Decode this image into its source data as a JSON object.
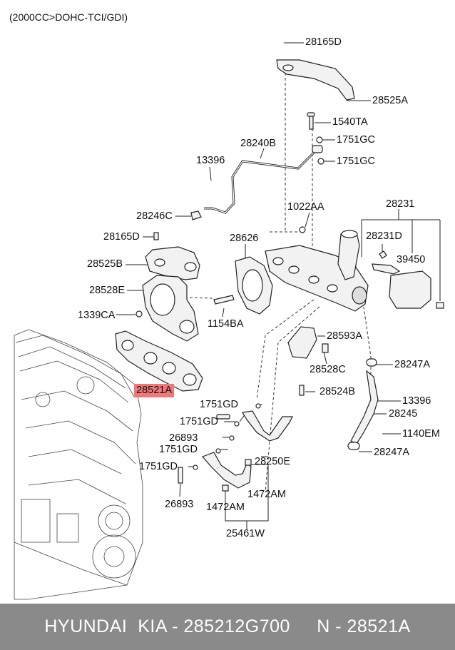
{
  "subtitle": "(2000CC>DOHC-TCI/GDI)",
  "labels": {
    "l28165D_top": "28165D",
    "l28525A": "28525A",
    "l1540TA": "1540TA",
    "l1751GC_a": "1751GC",
    "l28240B": "28240B",
    "l1751GC_b": "1751GC",
    "l13396_a": "13396",
    "l1022AA": "1022AA",
    "l28231": "28231",
    "l28246C": "28246C",
    "l28231D": "28231D",
    "l28165D_mid": "28165D",
    "l28626": "28626",
    "l39450": "39450",
    "l28525B": "28525B",
    "l28528E": "28528E",
    "l1339CA": "1339CA",
    "l1154BA": "1154BA",
    "l28593A": "28593A",
    "l28528C": "28528C",
    "l28247A_a": "28247A",
    "l28521A": "28521A",
    "l28524B": "28524B",
    "l13396_b": "13396",
    "l1751GD_a": "1751GD",
    "l28245": "28245",
    "l1751GD_b": "1751GD",
    "l1140EM": "1140EM",
    "l26893_a": "26893",
    "l28247A_b": "28247A",
    "l1751GD_c": "1751GD",
    "l28250E": "28250E",
    "l1751GD_d": "1751GD",
    "l1472AM_a": "1472AM",
    "l1472AM_b": "1472AM",
    "l26893_b": "26893",
    "l25461W": "25461W"
  },
  "footer": {
    "text": "HYUNDAI  KIA - 285212G700     N - 28521A"
  },
  "colors": {
    "highlight": "#f07878",
    "footer_bg": "#8a8a8a",
    "line": "#222222"
  }
}
